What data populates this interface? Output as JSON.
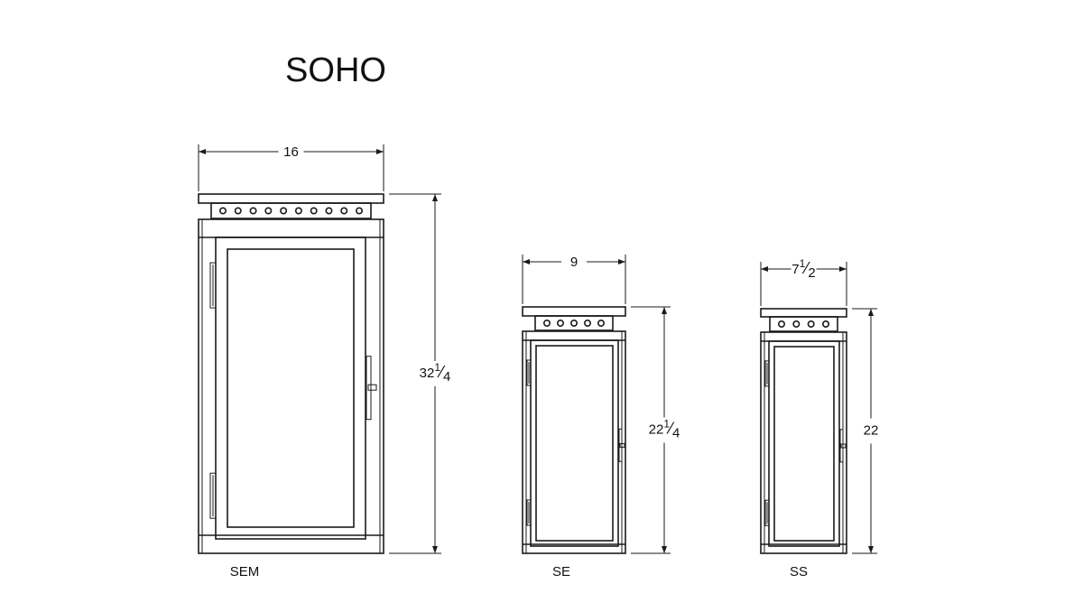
{
  "title": "SOHO",
  "colors": {
    "line": "#1a1a1a",
    "text": "#111111",
    "background": "#ffffff"
  },
  "lanterns": [
    {
      "model": "SEM",
      "width": {
        "whole": "16",
        "num": "",
        "den": ""
      },
      "height": {
        "whole": "32",
        "num": "1",
        "den": "4"
      },
      "holes": 10
    },
    {
      "model": "SE",
      "width": {
        "whole": "9",
        "num": "",
        "den": ""
      },
      "height": {
        "whole": "22",
        "num": "1",
        "den": "4"
      },
      "holes": 5
    },
    {
      "model": "SS",
      "width": {
        "whole": "7",
        "num": "1",
        "den": "2"
      },
      "height": {
        "whole": "22",
        "num": "",
        "den": ""
      },
      "holes": 4
    }
  ]
}
